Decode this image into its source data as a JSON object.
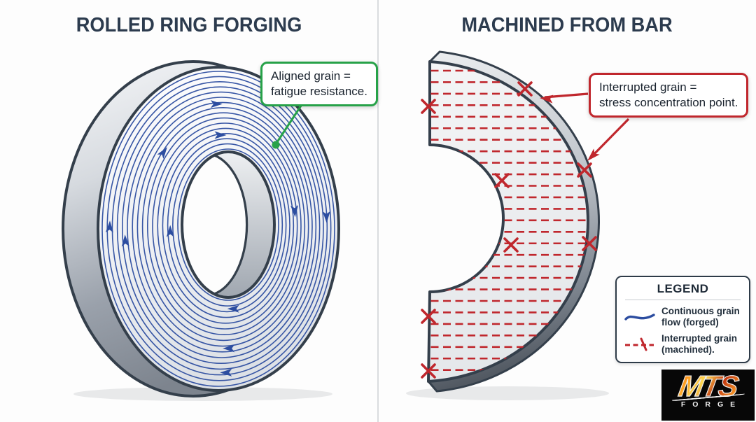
{
  "panels": {
    "left": {
      "title": "ROLLED RING FORGING",
      "callout": {
        "line1": "Aligned grain =",
        "line2": "fatigue resistance."
      }
    },
    "right": {
      "title": "MACHINED FROM BAR",
      "callout": {
        "line1": "Interrupted grain =",
        "line2": "stress concentration point."
      }
    }
  },
  "legend": {
    "title": "LEGEND",
    "items": [
      {
        "icon": "continuous-grain-line-icon",
        "label": "Continuous grain flow (forged)"
      },
      {
        "icon": "interrupted-grain-line-icon",
        "label": "Interrupted grain (machined)."
      }
    ]
  },
  "logo": {
    "brand": "MTS",
    "subtext": "FORGE"
  },
  "colors": {
    "grain_blue": "#2c4da0",
    "accent_green": "#27a249",
    "accent_red": "#c0272d",
    "title_navy": "#2c3b4e",
    "outline_dark": "#343f4b"
  }
}
